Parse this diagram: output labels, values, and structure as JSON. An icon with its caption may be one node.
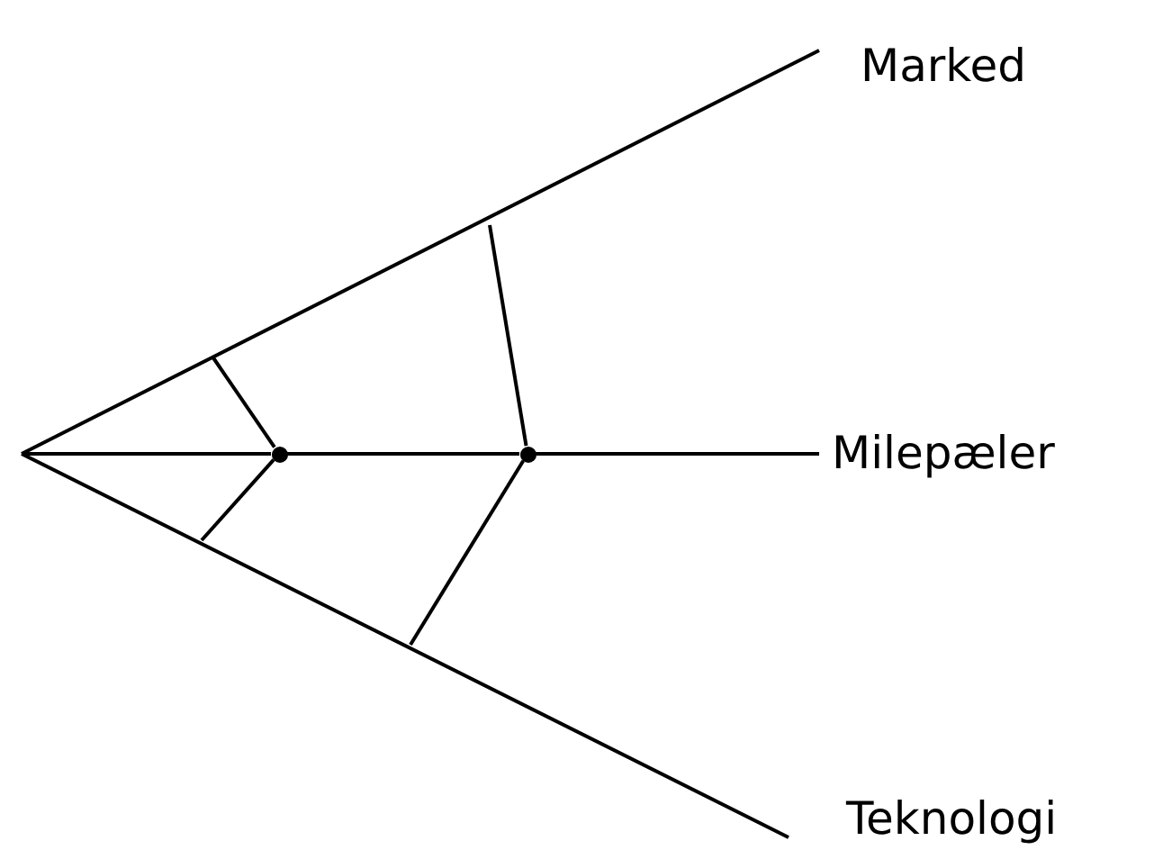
{
  "diagram": {
    "nodes": [
      {
        "text": [
          "Marked"
        ]
      },
      {
        "text": [
          "Milepæler"
        ]
      },
      {
        "text": [
          "Teknologi"
        ]
      },
      {
        "text": [],
        "shape": "circle"
      },
      {
        "text": [],
        "shape": "circle"
      }
    ],
    "edges": [
      {
        "from": null,
        "to": 0,
        "arrow": "none"
      },
      {
        "from": null,
        "to": 3,
        "arrow": "none"
      },
      {
        "from": 3,
        "to": 4,
        "arrow": "none"
      },
      {
        "from": 4,
        "to": 1,
        "arrow": "none"
      },
      {
        "from": null,
        "to": 2,
        "arrow": "none"
      },
      {
        "from": 3,
        "to": null,
        "arrow": "none"
      },
      {
        "from": 3,
        "to": null,
        "arrow": "none"
      },
      {
        "from": 4,
        "to": null,
        "arrow": "none"
      },
      {
        "from": 4,
        "to": null,
        "arrow": "none"
      }
    ]
  }
}
